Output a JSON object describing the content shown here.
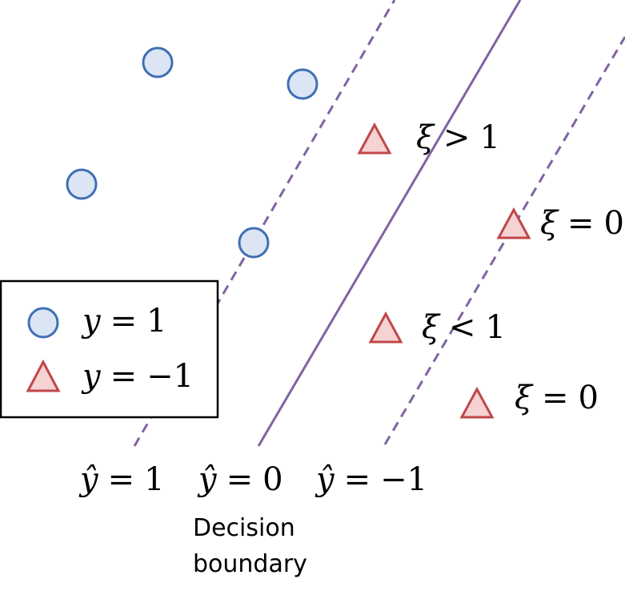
{
  "colors": {
    "circle_fill": "#dbe5f4",
    "circle_stroke": "#3f6fb4",
    "triangle_fill": "#f5d3d3",
    "triangle_stroke": "#c0474a",
    "line": "#8064a2",
    "text": "#000000"
  },
  "legend": {
    "items": [
      {
        "shape": "circle",
        "var": "y",
        "op": "=",
        "val": "1"
      },
      {
        "shape": "triangle",
        "var": "y",
        "op": "=",
        "val": "−1"
      }
    ]
  },
  "lines": [
    {
      "style": "dashed",
      "var": "ŷ",
      "op": "=",
      "val": "1"
    },
    {
      "style": "solid",
      "var": "ŷ",
      "op": "=",
      "val": "0"
    },
    {
      "style": "dashed",
      "var": "ŷ",
      "op": "=",
      "val": "−1"
    }
  ],
  "caption": {
    "line1": "Decision",
    "line2": "boundary"
  },
  "points": {
    "circles": [
      {
        "label": ""
      },
      {
        "label": ""
      },
      {
        "label": ""
      },
      {
        "label": ""
      }
    ],
    "triangles": [
      {
        "var": "ξ",
        "op": ">",
        "val": "1"
      },
      {
        "var": "ξ",
        "op": "=",
        "val": "0"
      },
      {
        "var": "ξ",
        "op": "<",
        "val": "1"
      },
      {
        "var": "ξ",
        "op": "=",
        "val": "0"
      }
    ]
  }
}
